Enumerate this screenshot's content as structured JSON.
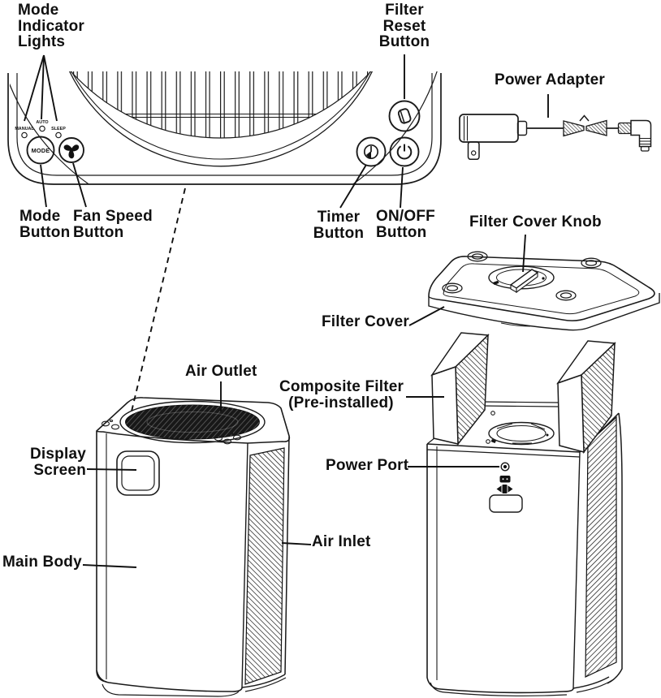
{
  "labels": {
    "mode_indicator_lights": [
      "Mode",
      "Indicator",
      "Lights"
    ],
    "filter_reset_button": [
      "Filter",
      "Reset",
      "Button"
    ],
    "power_adapter": "Power Adapter",
    "mode_button": [
      "Mode",
      "Button"
    ],
    "fan_speed_button": [
      "Fan Speed",
      "Button"
    ],
    "timer_button": [
      "Timer",
      "Button"
    ],
    "on_off_button": [
      "ON/OFF",
      "Button"
    ],
    "filter_cover_knob": "Filter Cover Knob",
    "filter_cover": "Filter Cover",
    "air_outlet": "Air Outlet",
    "composite_filter": [
      "Composite Filter",
      "(Pre-installed)"
    ],
    "display_screen": [
      "Display",
      "Screen"
    ],
    "power_port": "Power Port",
    "main_body": "Main Body",
    "air_inlet": "Air Inlet"
  },
  "control_panel": {
    "indicator_labels": [
      "MANUAL",
      "AUTO",
      "SLEEP"
    ],
    "mode_button_text": "MODE"
  },
  "icons": {
    "fan": "fan-icon",
    "timer": "clock-icon",
    "power": "power-icon",
    "filter_reset": "filter-sheet-icon"
  },
  "colors": {
    "ink": "#111111",
    "line": "#1a1a1a",
    "grille_fill": "#181818",
    "background": "#ffffff"
  }
}
